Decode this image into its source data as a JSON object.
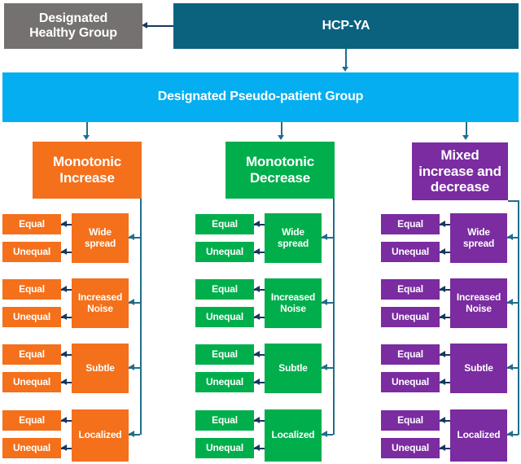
{
  "diagram": {
    "title_top": "HCP-YA",
    "healthy_group": "Designated\nHealthy Group",
    "pseudo_patient_band": "Designated Pseudo-patient Group",
    "colors": {
      "teal": "#0A627F",
      "gray": "#767171",
      "light_blue": "#04AEF0",
      "orange": "#F4701B",
      "green": "#00AF4C",
      "purple": "#7A2CA0",
      "connector": "#1F6E8C",
      "arrow_dark": "#17375E"
    },
    "columns": [
      {
        "id": "monotonic-increase",
        "header": "Monotonic\nIncrease",
        "color": "orange",
        "branches": [
          {
            "label": "Wide\nspread",
            "leaves": [
              "Equal",
              "Unequal"
            ]
          },
          {
            "label": "Increased\nNoise",
            "leaves": [
              "Equal",
              "Unequal"
            ]
          },
          {
            "label": "Subtle",
            "leaves": [
              "Equal",
              "Unequal"
            ]
          },
          {
            "label": "Localized",
            "leaves": [
              "Equal",
              "Unequal"
            ]
          }
        ]
      },
      {
        "id": "monotonic-decrease",
        "header": "Monotonic\nDecrease",
        "color": "green",
        "branches": [
          {
            "label": "Wide\nspread",
            "leaves": [
              "Equal",
              "Unequal"
            ]
          },
          {
            "label": "Increased\nNoise",
            "leaves": [
              "Equal",
              "Unequal"
            ]
          },
          {
            "label": "Subtle",
            "leaves": [
              "Equal",
              "Unequal"
            ]
          },
          {
            "label": "Localized",
            "leaves": [
              "Equal",
              "Unequal"
            ]
          }
        ]
      },
      {
        "id": "mixed-increase-decrease",
        "header": "Mixed\nincrease and\ndecrease",
        "color": "purple",
        "branches": [
          {
            "label": "Wide\nspread",
            "leaves": [
              "Equal",
              "Unequal"
            ]
          },
          {
            "label": "Increased\nNoise",
            "leaves": [
              "Equal",
              "Unequal"
            ]
          },
          {
            "label": "Subtle",
            "leaves": [
              "Equal",
              "Unequal"
            ]
          },
          {
            "label": "Localized",
            "leaves": [
              "Equal",
              "Unequal"
            ]
          }
        ]
      }
    ]
  }
}
